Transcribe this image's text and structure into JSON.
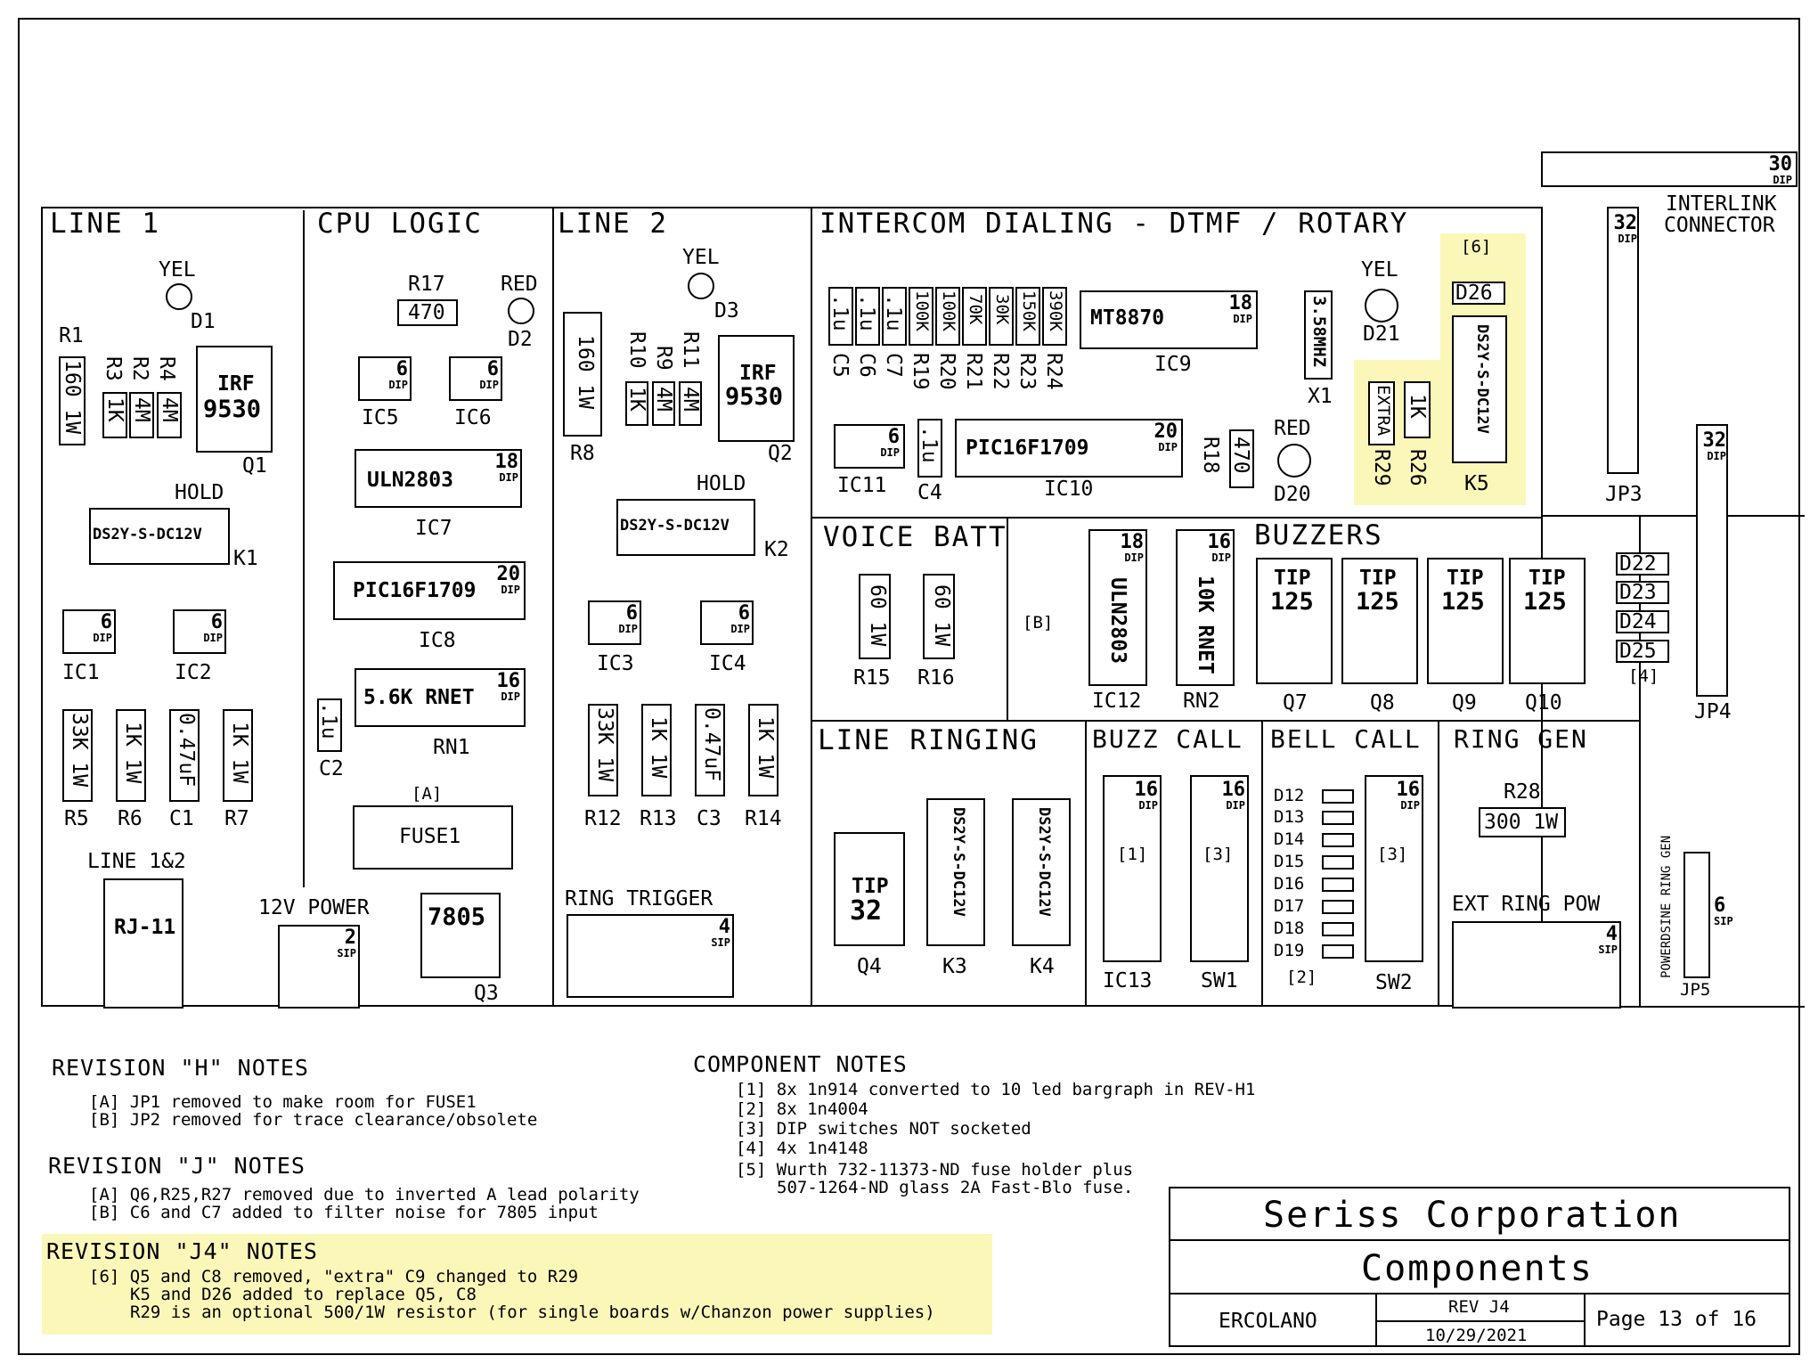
{
  "sections": {
    "line1": "LINE 1",
    "cpu": "CPU LOGIC",
    "line2": "LINE 2",
    "intercom": "INTERCOM DIALING - DTMF / ROTARY",
    "voice": "VOICE BATT",
    "buzzers": "BUZZERS",
    "line_ringing": "LINE RINGING",
    "buzz_call": "BUZZ CALL",
    "bell_call": "BELL CALL",
    "ring_gen": "RING GEN",
    "interlink": "INTERLINK",
    "connector": "CONNECTOR",
    "line12": "LINE 1&2",
    "power12": "12V POWER",
    "ring_trigger": "RING TRIGGER",
    "ext_ring_pow": "EXT RING POW",
    "hold": "HOLD",
    "powerdsine": "POWERDSINE RING GEN"
  },
  "parts": {
    "yel": "YEL",
    "red": "RED",
    "d1": "D1",
    "d2": "D2",
    "d3": "D3",
    "d20": "D20",
    "d21": "D21",
    "d26": "D26",
    "r1": "R1",
    "r2": "R2",
    "r3": "R3",
    "r4": "R4",
    "r5": "R5",
    "r6": "R6",
    "r7": "R7",
    "r8": "R8",
    "r9": "R9",
    "r10": "R10",
    "r11": "R11",
    "r12": "R12",
    "r13": "R13",
    "r14": "R14",
    "r15": "R15",
    "r16": "R16",
    "r17": "R17",
    "r18": "R18",
    "r19": "R19",
    "r20": "R20",
    "r21": "R21",
    "r22": "R22",
    "r23": "R23",
    "r24": "R24",
    "r26": "R26",
    "r28": "R28",
    "r29": "R29",
    "c1": "C1",
    "c2": "C2",
    "c3": "C3",
    "c4": "C4",
    "c5": "C5",
    "c6": "C6",
    "c7": "C7",
    "q1": "Q1",
    "q2": "Q2",
    "q3": "Q3",
    "q4": "Q4",
    "q7": "Q7",
    "q8": "Q8",
    "q9": "Q9",
    "q10": "Q10",
    "k1": "K1",
    "k2": "K2",
    "k3": "K3",
    "k4": "K4",
    "k5": "K5",
    "ic1": "IC1",
    "ic2": "IC2",
    "ic3": "IC3",
    "ic4": "IC4",
    "ic5": "IC5",
    "ic6": "IC6",
    "ic7": "IC7",
    "ic8": "IC8",
    "ic9": "IC9",
    "ic10": "IC10",
    "ic11": "IC11",
    "ic12": "IC12",
    "ic13": "IC13",
    "rn1": "RN1",
    "rn2": "RN2",
    "x1": "X1",
    "sw1": "SW1",
    "sw2": "SW2",
    "jp3": "JP3",
    "jp4": "JP4",
    "jp5": "JP5",
    "d12": "D12",
    "d13": "D13",
    "d14": "D14",
    "d15": "D15",
    "d16": "D16",
    "d17": "D17",
    "d18": "D18",
    "d19": "D19",
    "d22": "D22",
    "d23": "D23",
    "d24": "D24",
    "d25": "D25",
    "v160": "160 1W",
    "v1k": "1K",
    "v4m": "4M",
    "v33k": "33K 1W",
    "v1k1w": "1K 1W",
    "v047": "0.47uF",
    "v470": "470",
    "v1u": ".1u",
    "v100k": "100K",
    "v70k": "70K",
    "v30k": "30K",
    "v150k": "150K",
    "v390k": "390K",
    "v60": "60 1W",
    "v300": "300 1W",
    "extra": "EXTRA",
    "irf": "IRF",
    "irfn": "9530",
    "relay": "DS2Y-S-DC12V",
    "uln": "ULN2803",
    "pic": "PIC16F1709",
    "rnet56": "5.6K RNET",
    "rnet10": "10K RNET",
    "mt": "MT8870",
    "xtal": "3.58MHZ",
    "fuse": "FUSE1",
    "rj": "RJ-11",
    "v7805": "7805",
    "tip": "TIP",
    "tip125": "125",
    "tip32": "32",
    "dip": "DIP",
    "sip": "SIP",
    "n2": "2",
    "n4": "4",
    "n6": "6",
    "n16": "16",
    "n18": "18",
    "n20": "20",
    "n30": "30",
    "n32": "32",
    "tagA": "[A]",
    "tagB": "[B]",
    "tag1": "[1]",
    "tag2": "[2]",
    "tag3": "[3]",
    "tag4": "[4]",
    "tag6": "[6]"
  },
  "notes": {
    "h_title": "REVISION \"H\" NOTES",
    "h_a": "[A] JP1 removed to make room for FUSE1",
    "h_b": "[B] JP2 removed for trace clearance/obsolete",
    "j_title": "REVISION \"J\" NOTES",
    "j_a": "[A] Q6,R25,R27 removed due to inverted A lead polarity",
    "j_b": "[B] C6 and C7 added to filter noise for 7805 input",
    "j4_title": "REVISION \"J4\" NOTES",
    "j4_1": "[6] Q5 and C8 removed, \"extra\" C9 changed to R29",
    "j4_2": "K5 and D26 added to replace Q5, C8",
    "j4_3": "R29 is an optional 500/1W resistor (for single boards w/Chanzon power supplies)",
    "c_title": "COMPONENT NOTES",
    "c1": "[1] 8x 1n914 converted to 10 led bargraph in REV-H1",
    "c2": "[2] 8x 1n4004",
    "c3": "[3] DIP switches NOT socketed",
    "c4": "[4] 4x 1n4148",
    "c5a": "[5] Wurth 732-11373-ND fuse holder plus",
    "c5b": "507-1264-ND glass 2A Fast-Blo fuse."
  },
  "title_block": {
    "company": "Seriss Corporation",
    "title": "Components",
    "author": "ERCOLANO",
    "rev": "REV J4",
    "date": "10/29/2021",
    "page": "Page 13 of 16"
  },
  "colors": {
    "highlight": "#fbf7b8",
    "ink": "#000000"
  }
}
